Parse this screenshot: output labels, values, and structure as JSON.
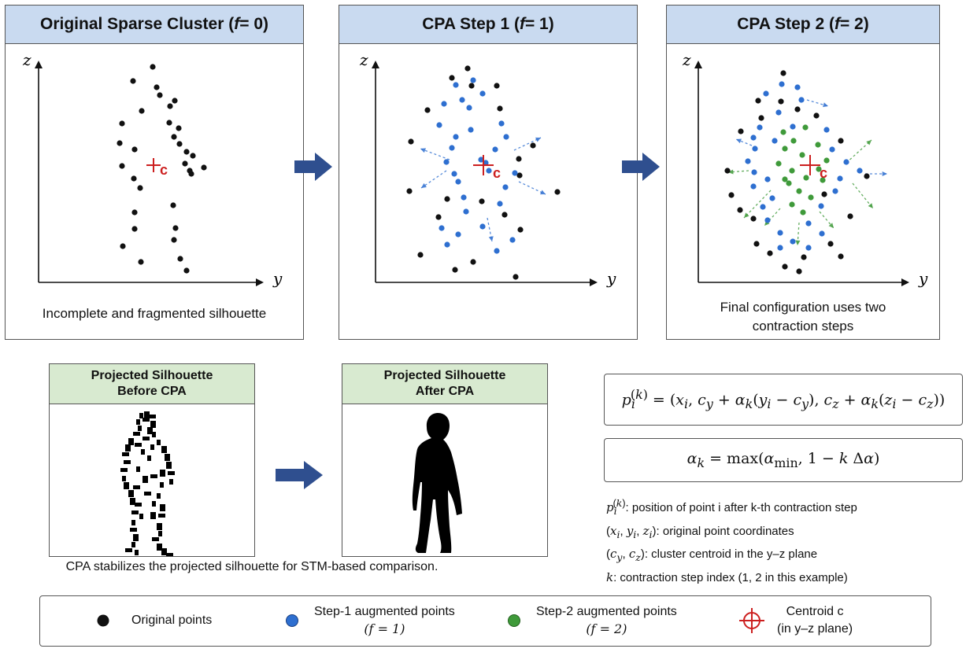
{
  "panels": [
    {
      "title_prefix": "Original Sparse Cluster (",
      "title_var": "f",
      "title_suffix": " = 0)",
      "caption_lines": [
        "Incomplete and fragmented silhouette"
      ]
    },
    {
      "title_prefix": "CPA Step 1 (",
      "title_var": "f",
      "title_suffix": " = 1)",
      "caption_lines": []
    },
    {
      "title_prefix": "CPA Step 2 (",
      "title_var": "f",
      "title_suffix": " = 2)",
      "caption_lines": [
        "Final configuration uses two",
        "contraction steps"
      ]
    }
  ],
  "axes": {
    "x_label": "y",
    "y_label": "z",
    "centroid_label": "c"
  },
  "silhouettes": {
    "before": {
      "line1": "Projected Silhouette",
      "line2": "Before CPA"
    },
    "after": {
      "line1": "Projected Silhouette",
      "line2": "After CPA"
    },
    "caption": "CPA stabilizes the projected silhouette for STM-based comparison."
  },
  "equations": {
    "eq1": "p_i^(k) = (x_i, c_y + α_k(y_i − c_y), c_z + α_k(z_i − c_z))",
    "eq2": "α_k = max(α_min, 1 − k Δα)"
  },
  "definitions": [
    {
      "symbol": "p_i^(k)",
      "text": ": position of point i after k-th contraction step"
    },
    {
      "symbol": "(x_i, y_i, z_i)",
      "text": ": original point coordinates"
    },
    {
      "symbol": "(c_y, c_z)",
      "text": ": cluster centroid in the y–z plane"
    },
    {
      "symbol": "k",
      "text": ": contraction step index (1, 2 in this example)"
    }
  ],
  "legend": [
    {
      "label_line1": "Original points",
      "label_line2": "",
      "color": "#111111",
      "icon": "black-dot-icon"
    },
    {
      "label_line1": "Step-1 augmented points",
      "label_line2": "(f = 1)",
      "color": "#2e6fd0",
      "icon": "blue-dot-icon"
    },
    {
      "label_line1": "Step-2 augmented points",
      "label_line2": "(f = 2)",
      "color": "#3f9a3a",
      "icon": "green-dot-icon"
    },
    {
      "label_line1": "Centroid c",
      "label_line2": "(in y–z plane)",
      "color": "#cc1f1f",
      "icon": "crosshair-icon"
    }
  ],
  "colors": {
    "original": "#111111",
    "step1": "#2e6fd0",
    "step2": "#3f9a3a",
    "centroid": "#cc1f1f",
    "arrow_main": "#2f4f8f",
    "title_blue": "#c9daf0",
    "title_green": "#d8ead0"
  }
}
